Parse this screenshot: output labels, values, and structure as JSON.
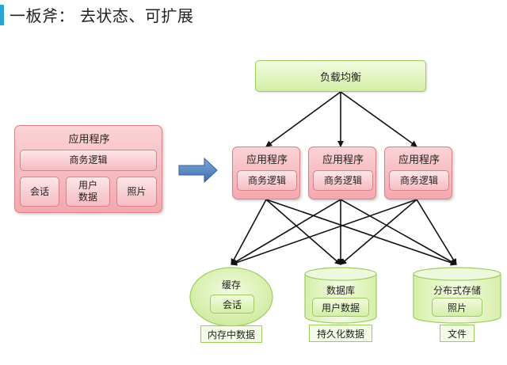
{
  "title": "一板斧： 去状态、可扩展",
  "accent_color": "#2aa3d8",
  "before": {
    "app_label": "应用程序",
    "biz_label": "商务逻辑",
    "session_label": "会话",
    "user_data_line1": "用户",
    "user_data_line2": "数据",
    "photos_label": "照片"
  },
  "arrow_icon": "right-arrow-icon",
  "load_balancer": "负载均衡",
  "apps": [
    {
      "label": "应用程序",
      "biz": "商务逻辑"
    },
    {
      "label": "应用程序",
      "biz": "商务逻辑"
    },
    {
      "label": "应用程序",
      "biz": "商务逻辑"
    }
  ],
  "stores": {
    "cache": {
      "title": "缓存",
      "item": "会话",
      "caption": "内存中数据"
    },
    "database": {
      "title": "数据库",
      "item": "用户数据",
      "caption": "持久化数据"
    },
    "distributed": {
      "title": "分布式存储",
      "item": "照片",
      "caption": "文件"
    }
  }
}
